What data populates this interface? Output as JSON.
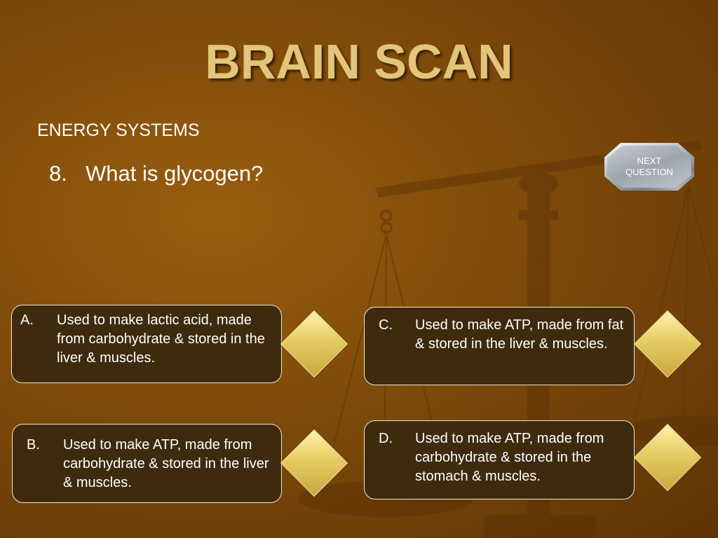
{
  "slide": {
    "title": "BRAIN SCAN",
    "subtitle": "ENERGY SYSTEMS",
    "question_number": "8.",
    "question_text": "What is glycogen?"
  },
  "next_button": {
    "label_line1": "NEXT",
    "label_line2": "QUESTION"
  },
  "answers": [
    {
      "letter": "A.",
      "text": "Used to make lactic acid, made from carbohydrate & stored in the liver & muscles."
    },
    {
      "letter": "B.",
      "text": "Used to make ATP, made from carbohydrate & stored in the liver & muscles."
    },
    {
      "letter": "C.",
      "text": "Used to make ATP, made from fat & stored in the liver & muscles."
    },
    {
      "letter": "D.",
      "text": "Used to make ATP, made from carbohydrate & stored in the stomach & muscles."
    }
  ],
  "colors": {
    "background": "#7d4a09",
    "title": "#e2c47a",
    "answer_box": "#3e2b0e",
    "diamond": "#e6cc63"
  },
  "decorations": {
    "background_image": "balance-scale-icon"
  }
}
